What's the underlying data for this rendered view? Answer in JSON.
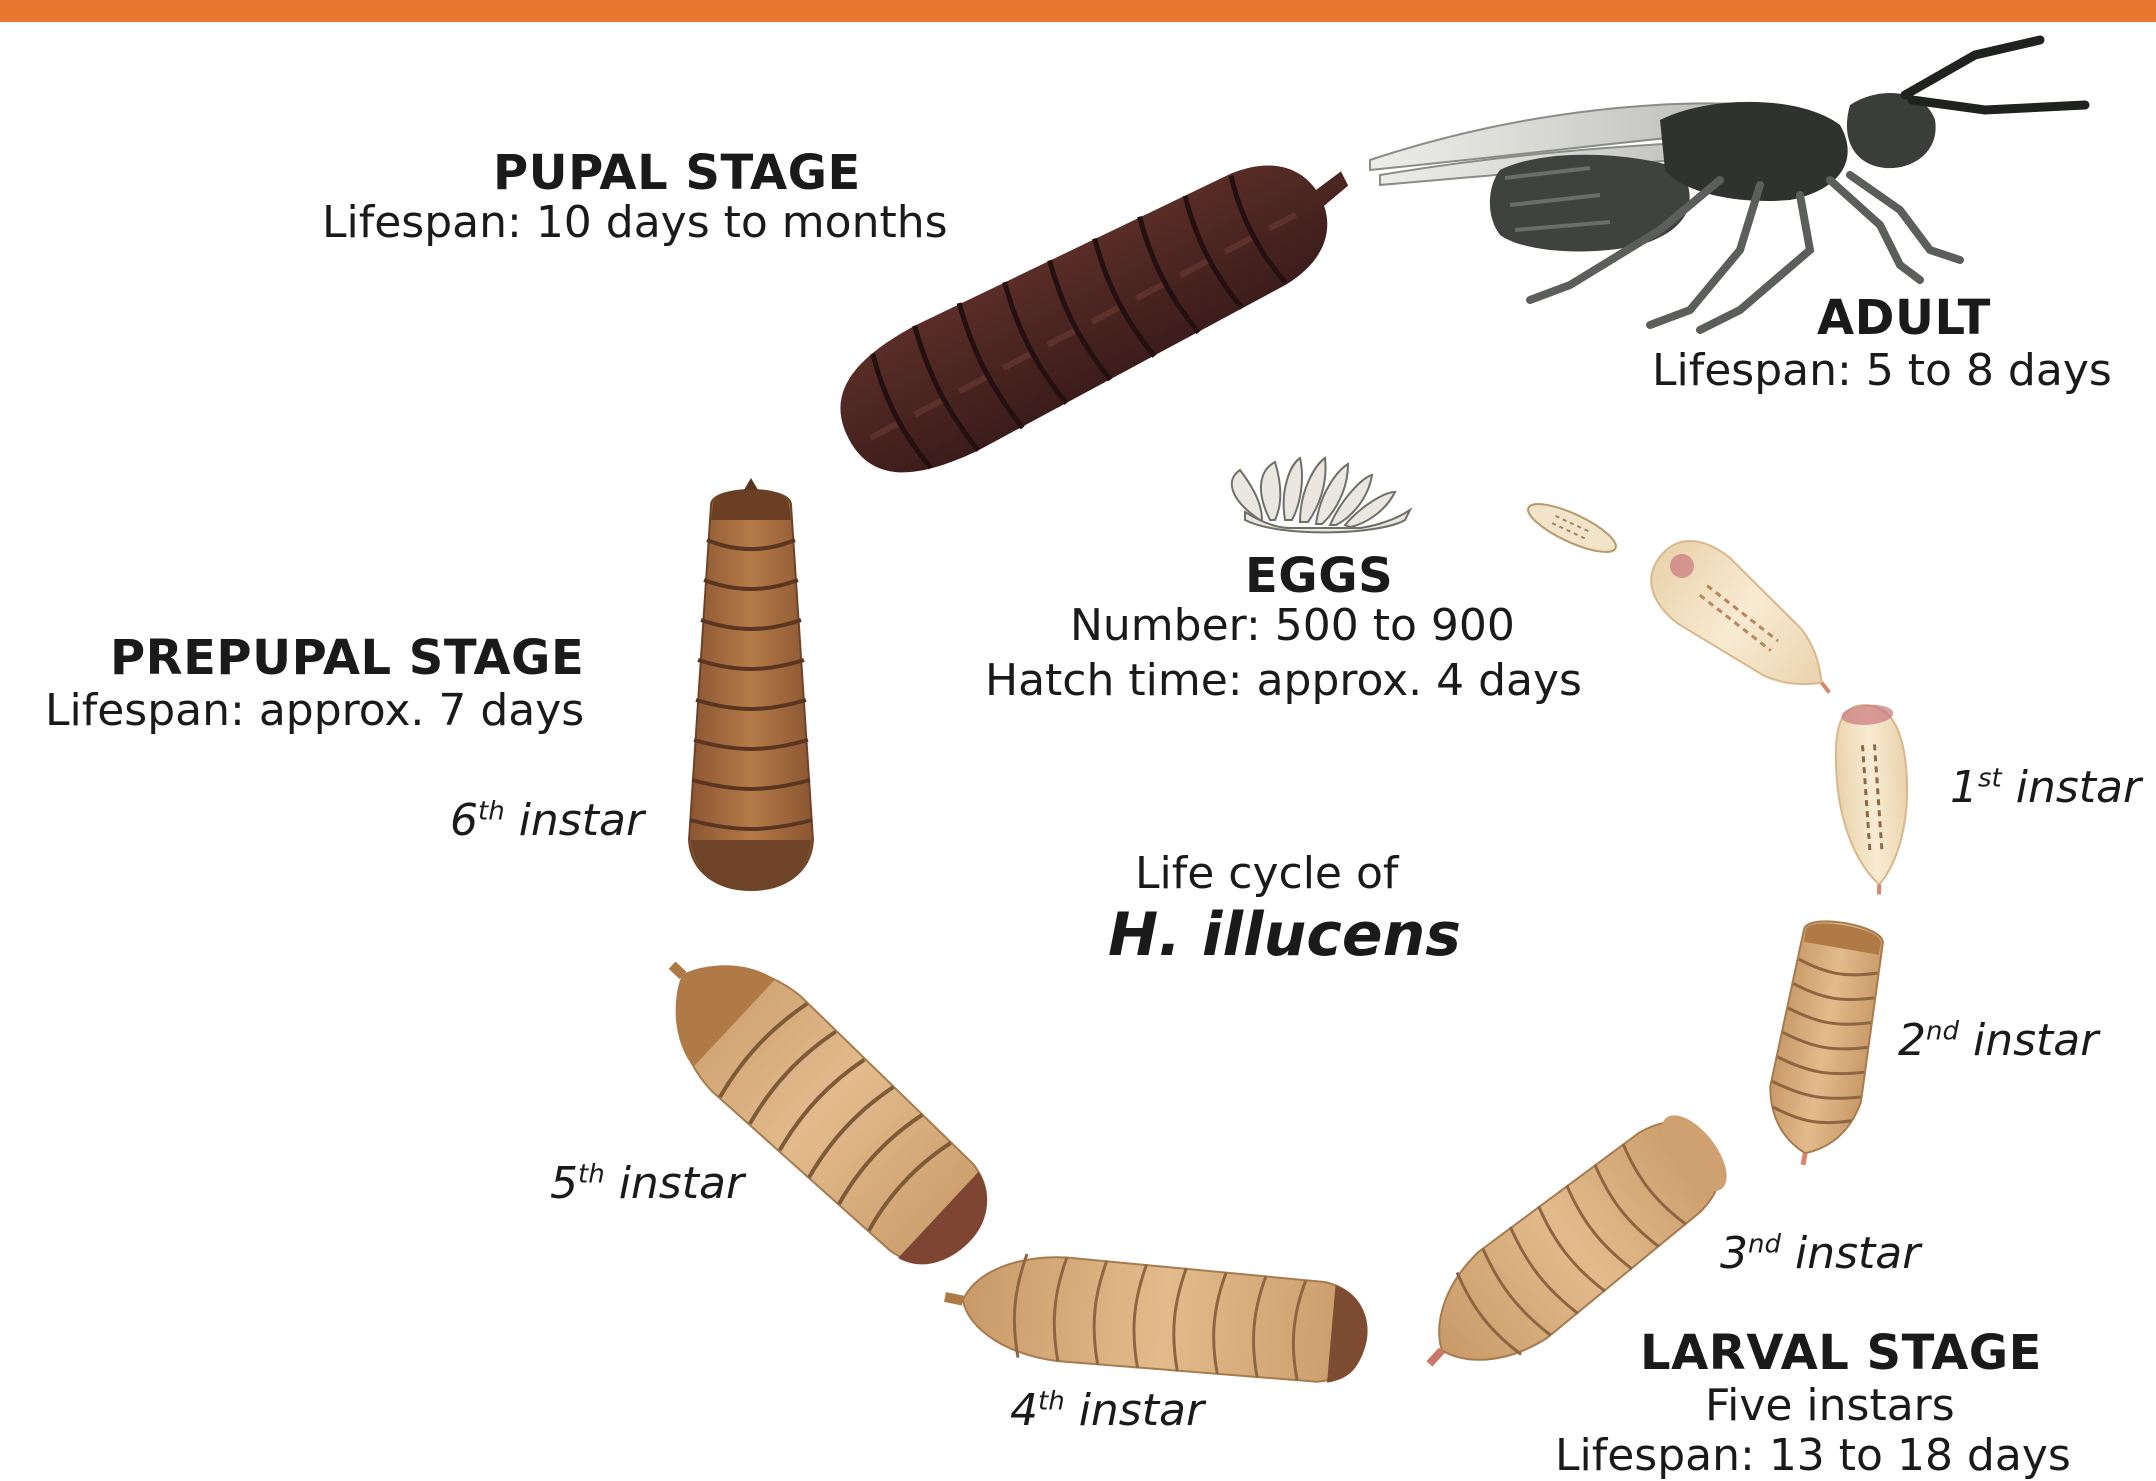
{
  "stages": {
    "pupal": {
      "title": "PUPAL STAGE",
      "lifespan": "Lifespan: 10 days to months"
    },
    "adult": {
      "title": "ADULT",
      "lifespan": "Lifespan: 5 to 8 days"
    },
    "prepupal": {
      "title": "PREPUPAL STAGE",
      "lifespan": "Lifespan: approx. 7 days"
    },
    "eggs": {
      "title": "EGGS",
      "number": "Number: 500 to 900",
      "hatch": "Hatch time: approx. 4 days"
    },
    "larval": {
      "title": "LARVAL STAGE",
      "instars": "Five instars",
      "lifespan": "Lifespan: 13 to 18 days"
    }
  },
  "instars": [
    {
      "num": "1",
      "suffix": "st",
      "word": "instar"
    },
    {
      "num": "2",
      "suffix": "nd",
      "word": "instar"
    },
    {
      "num": "3",
      "suffix": "nd",
      "word": "instar"
    },
    {
      "num": "4",
      "suffix": "th",
      "word": "instar"
    },
    {
      "num": "5",
      "suffix": "th",
      "word": "instar"
    },
    {
      "num": "6",
      "suffix": "th",
      "word": "instar"
    }
  ],
  "center": {
    "line1": "Life cycle of",
    "line2": "H. illucens"
  },
  "colors": {
    "top_bar": "#e9772f",
    "pupa": "#4a2522",
    "prepupa": "#a06a3f",
    "larva_light": "#e2c49a",
    "larva_pale": "#f3e2c4",
    "fly_body": "#3f423f"
  }
}
